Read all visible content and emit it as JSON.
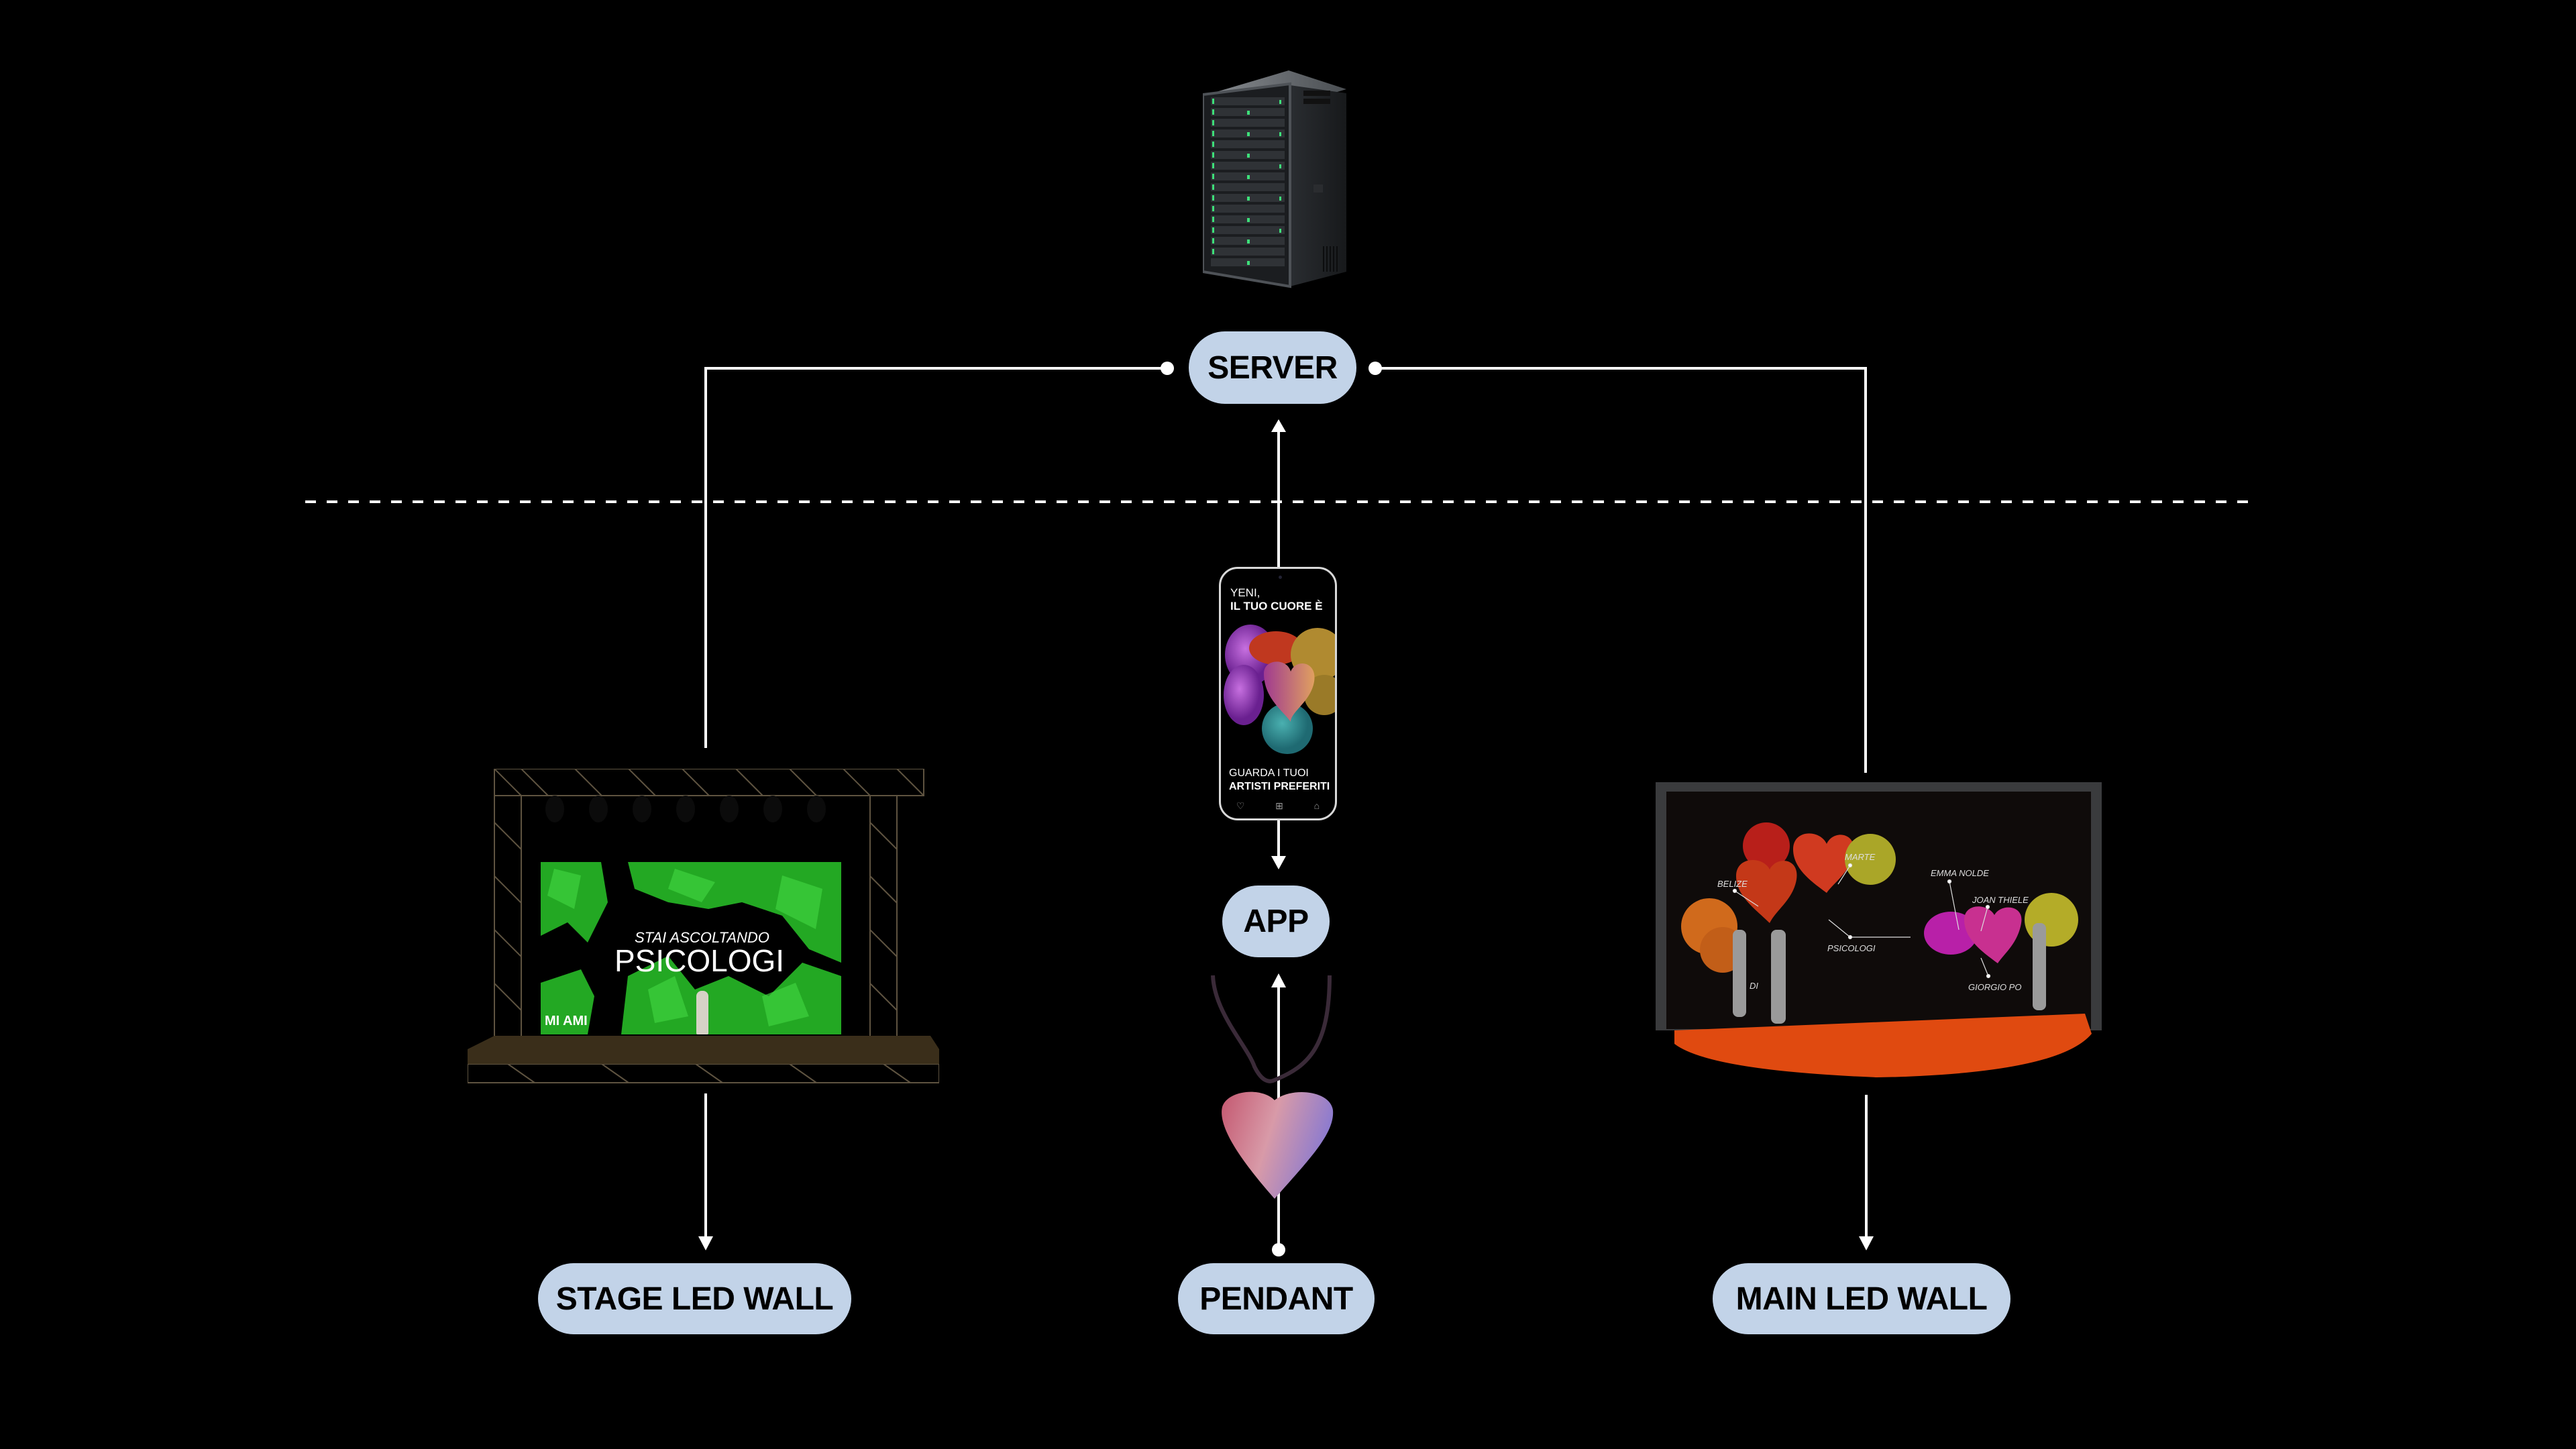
{
  "diagram": {
    "nodes": {
      "server": {
        "label": "SERVER",
        "image": "server-rack"
      },
      "app": {
        "label": "APP",
        "image": "smartphone"
      },
      "pendant": {
        "label": "PENDANT",
        "image": "heart-pendant"
      },
      "stage_led_wall": {
        "label": "STAGE LED WALL",
        "image": "concert-stage"
      },
      "main_led_wall": {
        "label": "MAIN LED WALL",
        "image": "exhibition-wall"
      }
    },
    "edges": [
      {
        "from": "server",
        "to": "stage_led_wall",
        "style": "dot-start, arrow-end"
      },
      {
        "from": "server",
        "to": "main_led_wall",
        "style": "dot-start, arrow-end"
      },
      {
        "from": "app",
        "to": "server",
        "style": "arrow-end"
      },
      {
        "from": "app",
        "to": "app",
        "style": "arrow-end"
      },
      {
        "from": "pendant",
        "to": "app",
        "style": "dot-start, arrow-end"
      }
    ],
    "separator": "dashed"
  },
  "phone_screen": {
    "line1": "YENI,",
    "line2": "IL TUO CUORE È",
    "line3": "GUARDA I TUOI",
    "line4": "ARTISTI PREFERITI",
    "nav_icons": [
      "heart-icon",
      "grid-icon",
      "home-icon"
    ]
  },
  "stage_screen": {
    "subtitle": "STAI ASCOLTANDO",
    "title": "PSICOLOGI",
    "logo": "MI AMI"
  },
  "main_wall": {
    "artist_labels": [
      "BELIZE",
      "MARTE",
      "EMMA NOLDE",
      "JOAN THIELE",
      "PSICOLOGI",
      "GIORGIO PO",
      "DI"
    ]
  },
  "colors": {
    "background": "#000000",
    "pill": "#c2d3e8",
    "wire": "#ffffff",
    "stage_green": "#22b522",
    "floor_orange": "#e04a10"
  }
}
